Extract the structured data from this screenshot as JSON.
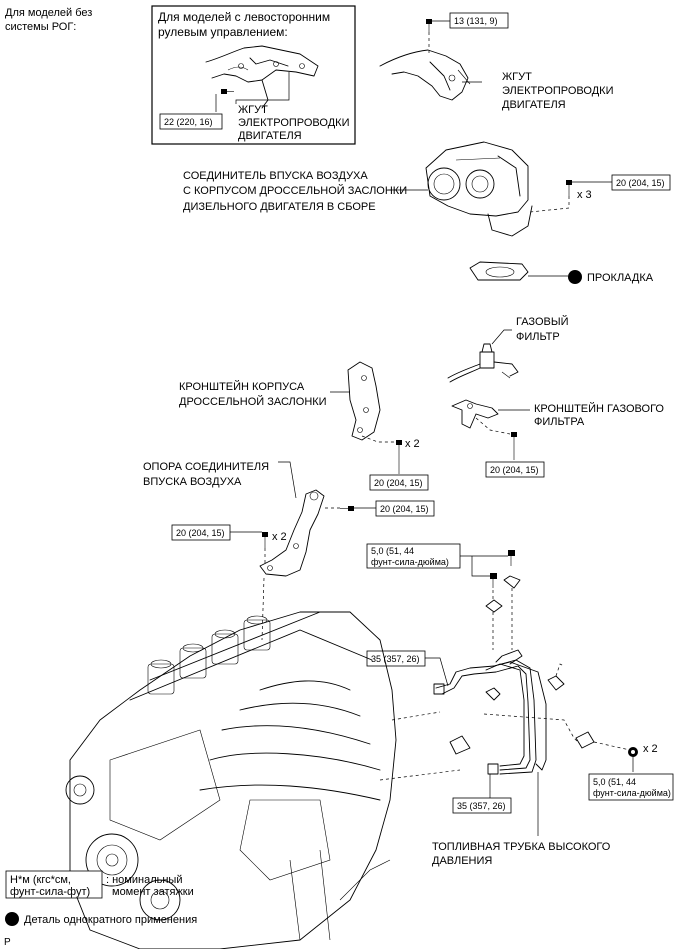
{
  "note_no_egr": "Для моделей без системы РОГ:",
  "note_no_egr_lines": [
    "Для моделей без",
    "системы РОГ:"
  ],
  "lhd_title_lines": [
    "Для моделей с левосторонним",
    "рулевым управлением:"
  ],
  "labels": {
    "harness_lines": [
      "ЖГУТ",
      "ЭЛЕКТРОПРОВОДКИ",
      "ДВИГАТЕЛЯ"
    ],
    "throttle_lines": [
      "СОЕДИНИТЕЛЬ ВПУСКА ВОЗДУХА",
      "С КОРПУСОМ ДРОССЕЛЬНОЙ ЗАСЛОНКИ",
      "ДИЗЕЛЬНОГО ДВИГАТЕЛЯ В СБОРЕ"
    ],
    "gasket": "ПРОКЛАДКА",
    "gas_filter_lines": [
      "ГАЗОВЫЙ",
      "ФИЛЬТР"
    ],
    "throttle_bracket_lines": [
      "КРОНШТЕЙН КОРПУСА",
      "ДРОССЕЛЬНОЙ ЗАСЛОНКИ"
    ],
    "filter_bracket_lines": [
      "КРОНШТЕЙН ГАЗОВОГО",
      "ФИЛЬТРА"
    ],
    "intake_stay_lines": [
      "ОПОРА СОЕДИНИТЕЛЯ",
      "ВПУСКА ВОЗДУХА"
    ],
    "fuel_pipe_lines": [
      "ТОПЛИВНАЯ ТРУБКА ВЫСОКОГО",
      "ДАВЛЕНИЯ"
    ]
  },
  "torques": {
    "t_22": "22 (220, 16)",
    "t_13": "13 (131, 9)",
    "t_20_throttle": "20 (204, 15)",
    "t_20_filter": "20 (204, 15)",
    "t_20_bracket": "20 (204, 15)",
    "t_20_stay_top": "20 (204, 15)",
    "t_20_stay_left": "20 (204, 15)",
    "t_5_top_lines": [
      "5,0 (51, 44",
      "фунт-сила-дюйма)"
    ],
    "t_35_top": "35 (357, 26)",
    "t_35_bottom": "35 (357, 26)",
    "t_5_right_lines": [
      "5,0 (51, 44",
      "фунт-сила-дюйма)"
    ]
  },
  "multipliers": {
    "x3": "x 3",
    "x2_bracket": "x 2",
    "x2_stay": "x 2",
    "x2_right": "x 2"
  },
  "legend": {
    "unit_lines": [
      "Н*м (кгс*см,",
      "фунт-сила-фут)"
    ],
    "desc_lines": [
      ": номинальный",
      "момент затяжки"
    ],
    "non_reusable": "Деталь однократного применения"
  },
  "corner_letter": "P"
}
